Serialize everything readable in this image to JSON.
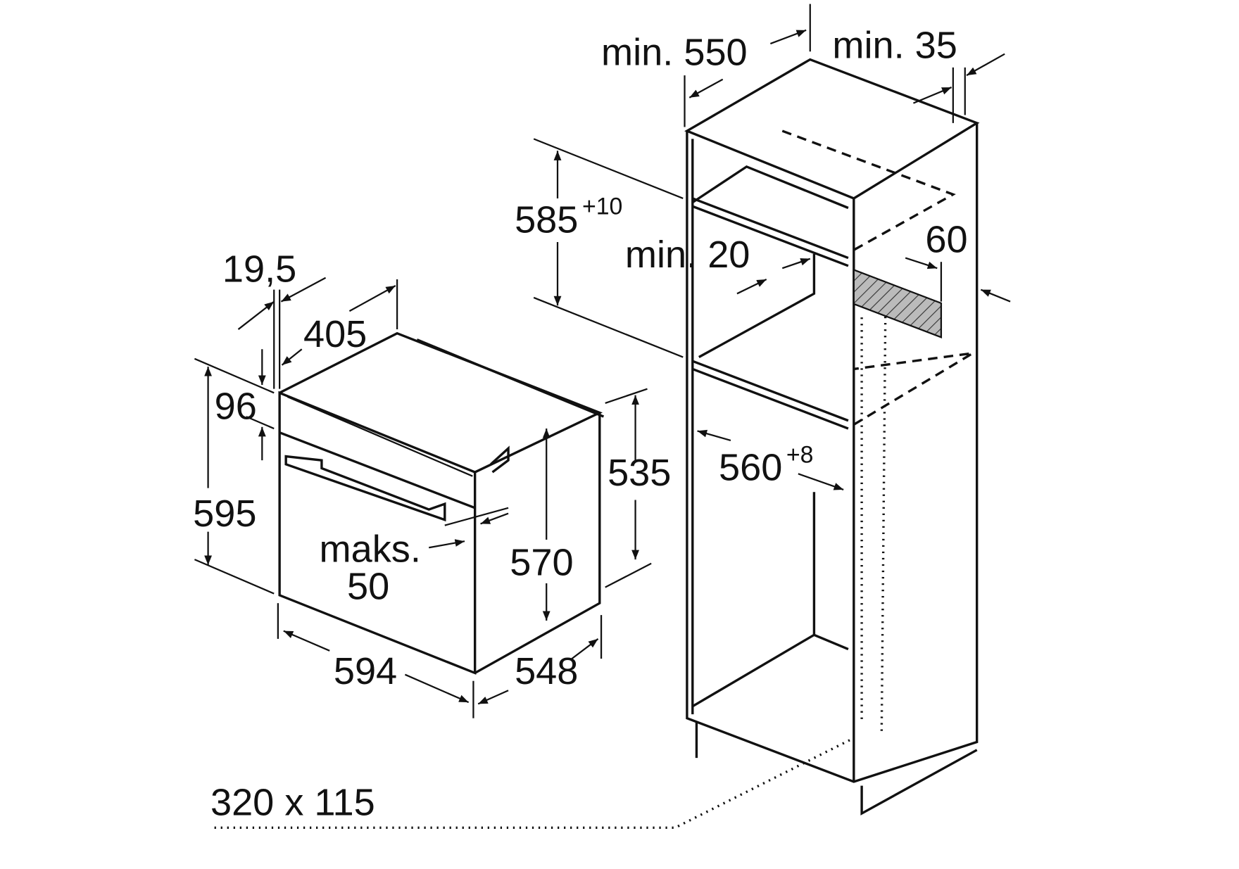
{
  "diagram": {
    "oven": {
      "depth_top": "19,5",
      "panel_depth": "405",
      "panel_height": "96",
      "height": "595",
      "body_height": "535",
      "inner_height": "570",
      "max_label": "maks.",
      "max_value": "50",
      "width": "594",
      "depth": "548"
    },
    "cabinet": {
      "min_depth": "min. 550",
      "min_gap": "min. 35",
      "niche_height": "585",
      "niche_height_tol": "+10",
      "min_back": "min. 20",
      "vent_height": "60",
      "niche_width": "560",
      "niche_width_tol": "+8"
    },
    "vent_opening": "320 x 115",
    "colors": {
      "line": "#111111",
      "background": "#ffffff"
    }
  }
}
